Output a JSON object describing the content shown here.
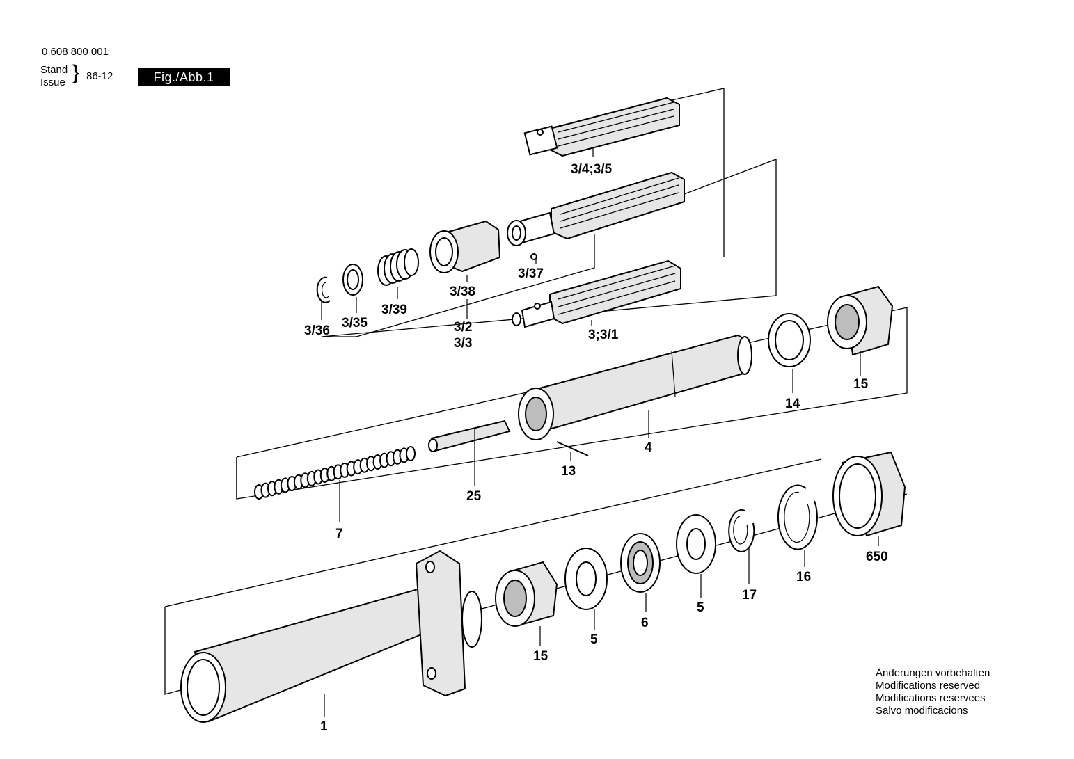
{
  "header": {
    "part_number": "0 608 800 001",
    "stand_label": "Stand",
    "issue_label": "Issue",
    "revision": "86-12",
    "figure_label": "Fig./Abb.1"
  },
  "notice": {
    "lines": [
      "Änderungen vorbehalten",
      "Modifications reserved",
      "Modifications reservees",
      "Salvo modificacions"
    ]
  },
  "callouts": {
    "p3_4_3_5": "3/4;3/5",
    "p3_37": "3/37",
    "p3_38": "3/38",
    "p3_39": "3/39",
    "p3_36": "3/36",
    "p3_35": "3/35",
    "p3_2": "3/2",
    "p3_3": "3/3",
    "p3_3_1": "3;3/1",
    "p14": "14",
    "p15_top": "15",
    "p4": "4",
    "p13": "13",
    "p25": "25",
    "p7": "7",
    "p650": "650",
    "p16": "16",
    "p17": "17",
    "p5_right": "5",
    "p6": "6",
    "p5_left": "5",
    "p15_bottom": "15",
    "p1": "1"
  }
}
